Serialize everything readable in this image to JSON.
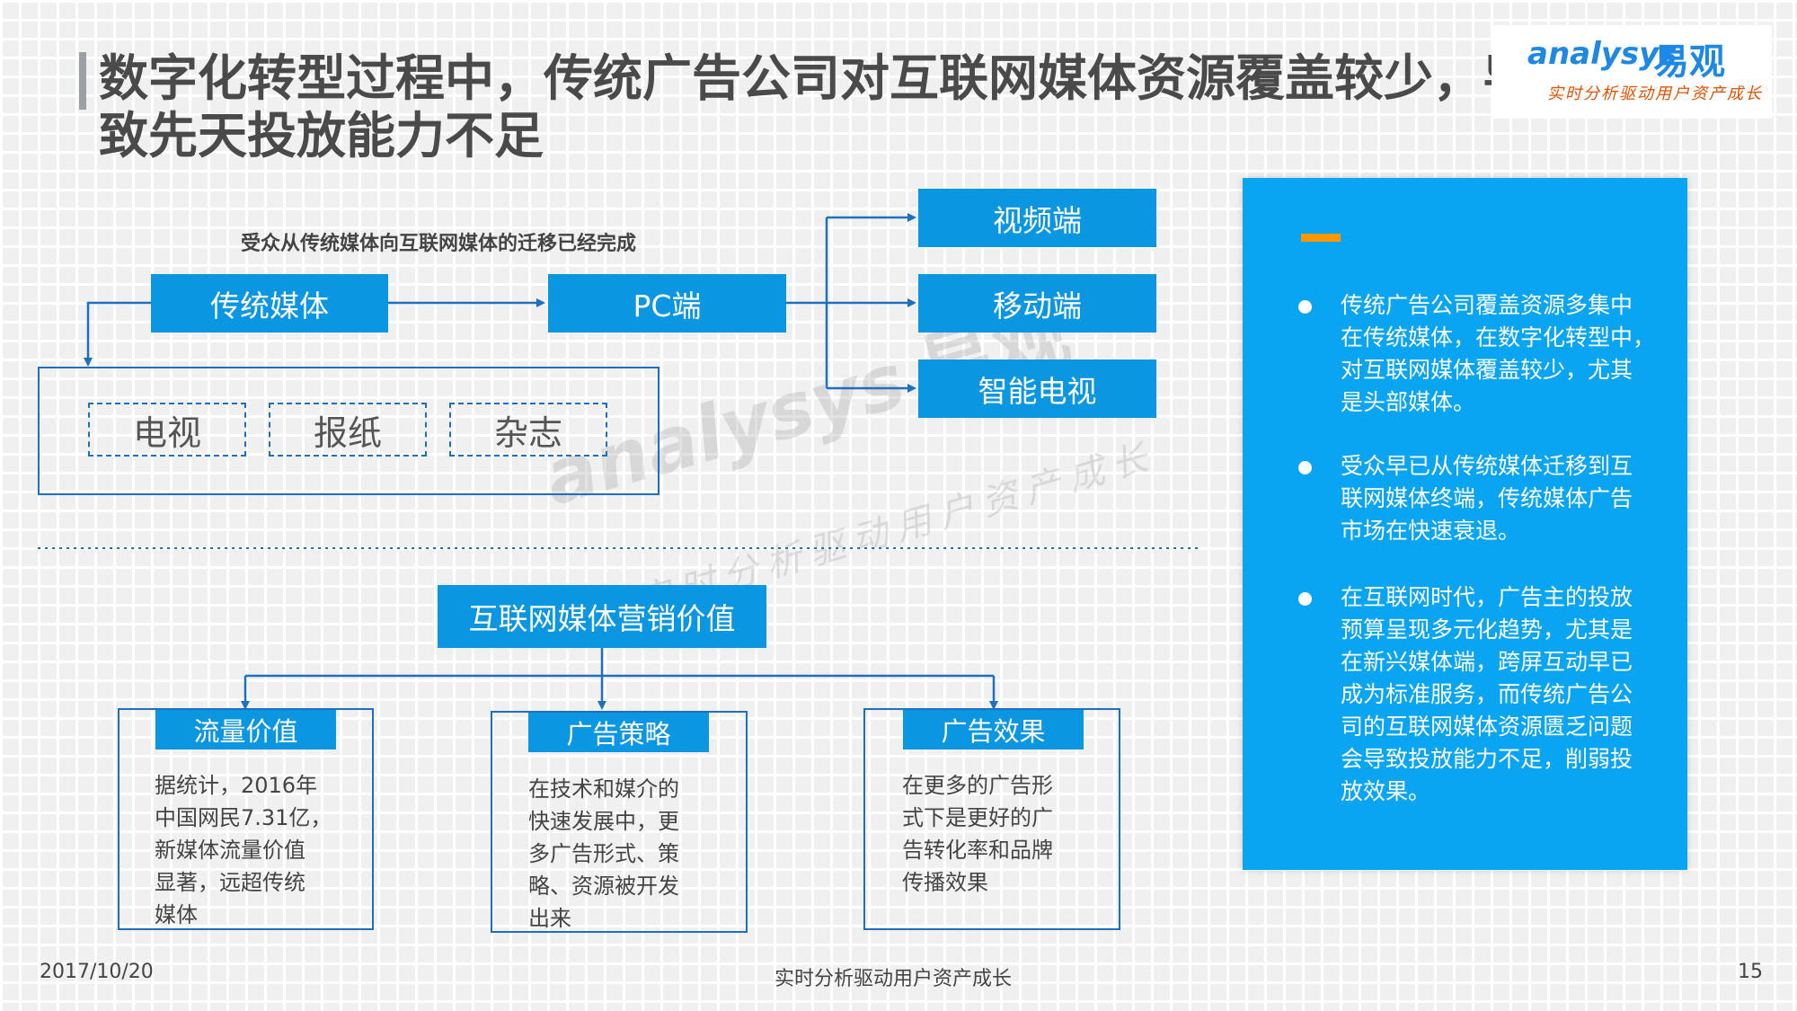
{
  "title": {
    "line1": "数字化转型过程中，传统广告公司对互联网媒体资源覆盖较少，导",
    "line2": "致先天投放能力不足"
  },
  "logo": {
    "brand_en": "analysys",
    "brand_cn": "易观",
    "tagline": "实时分析驱动用户资产成长"
  },
  "top_diagram": {
    "caption": "受众从传统媒体向互联网媒体的迁移已经完成",
    "traditional": "传统媒体",
    "pc": "PC端",
    "targets": [
      "视频端",
      "移动端",
      "智能电视"
    ],
    "traditional_types": [
      "电视",
      "报纸",
      "杂志"
    ]
  },
  "bottom_diagram": {
    "root": "互联网媒体营销价值",
    "cards": [
      {
        "title": "流量价值",
        "lines": [
          "据统计，2016年",
          "中国网民7.31亿，",
          "新媒体流量价值",
          "显著，远超传统",
          "媒体"
        ]
      },
      {
        "title": "广告策略",
        "lines": [
          "在技术和媒介的",
          "快速发展中，更",
          "多广告形式、策",
          "略、资源被开发",
          "出来"
        ]
      },
      {
        "title": "广告效果",
        "lines": [
          "在更多的广告形",
          "式下是更好的广",
          "告转化率和品牌",
          "传播效果"
        ]
      }
    ]
  },
  "panel": {
    "bullets": [
      {
        "lines": [
          "传统广告公司覆盖资源多集中",
          "在传统媒体，在数字化转型中，",
          "对互联网媒体覆盖较少，尤其",
          "是头部媒体。"
        ]
      },
      {
        "lines": [
          "受众早已从传统媒体迁移到互",
          "联网媒体终端，传统媒体广告",
          "市场在快速衰退。"
        ]
      },
      {
        "lines": [
          "在互联网时代，广告主的投放",
          "预算呈现多元化趋势，尤其是",
          "在新兴媒体端，跨屏互动早已",
          "成为标准服务，而传统广告公",
          "司的互联网媒体资源匮乏问题",
          "会导致投放能力不足，削弱投",
          "放效果。"
        ]
      }
    ]
  },
  "footer": {
    "date": "2017/10/20",
    "slogan": "实时分析驱动用户资产成长",
    "page": "15"
  },
  "colors": {
    "box_blue": "#0a96e0",
    "panel_blue": "#0aa5f2",
    "line_blue": "#1e6fc0",
    "accent_orange": "#ff9800"
  }
}
